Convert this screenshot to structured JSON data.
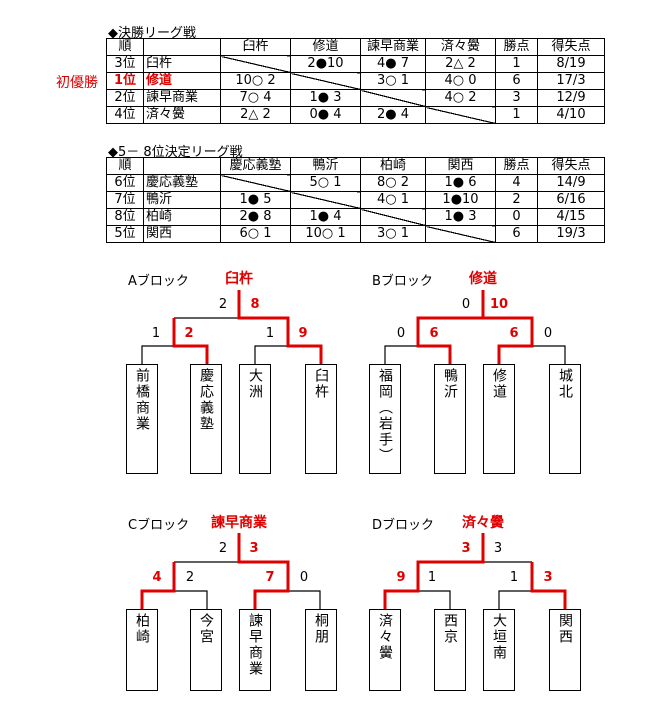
{
  "final_league": {
    "title": "◆決勝リーグ戦",
    "champion_note": "初優勝",
    "headers": [
      "順",
      "",
      "臼杵",
      "修道",
      "諫早商業",
      "済々黌",
      "勝点",
      "得失点"
    ],
    "rows": [
      {
        "rank": "3位",
        "team": "臼杵",
        "results": [
          "",
          "2●10",
          "4● 7",
          "2△ 2"
        ],
        "points": "1",
        "goals": "8/19"
      },
      {
        "rank": "1位",
        "team": "修道",
        "results": [
          "10○ 2",
          "",
          "3○ 1",
          "4○ 0"
        ],
        "points": "6",
        "goals": "17/3"
      },
      {
        "rank": "2位",
        "team": "諫早商業",
        "results": [
          "7○ 4",
          "1● 3",
          "",
          "4○ 2"
        ],
        "points": "3",
        "goals": "12/9"
      },
      {
        "rank": "4位",
        "team": "済々黌",
        "results": [
          "2△ 2",
          "0● 4",
          "2● 4",
          ""
        ],
        "points": "1",
        "goals": "4/10"
      }
    ]
  },
  "placement_league": {
    "title": "◆5－ 8位決定リーグ戦",
    "headers": [
      "順",
      "",
      "慶応義塾",
      "鴨沂",
      "柏崎",
      "関西",
      "勝点",
      "得失点"
    ],
    "rows": [
      {
        "rank": "6位",
        "team": "慶応義塾",
        "results": [
          "",
          "5○ 1",
          "8○ 2",
          "1● 6"
        ],
        "points": "4",
        "goals": "14/9"
      },
      {
        "rank": "7位",
        "team": "鴨沂",
        "results": [
          "1● 5",
          "",
          "4○ 1",
          "1●10"
        ],
        "points": "2",
        "goals": "6/16"
      },
      {
        "rank": "8位",
        "team": "柏崎",
        "results": [
          "2● 8",
          "1● 4",
          "",
          "1● 3"
        ],
        "points": "0",
        "goals": "4/15"
      },
      {
        "rank": "5位",
        "team": "関西",
        "results": [
          "6○ 1",
          "10○ 1",
          "3○ 1",
          ""
        ],
        "points": "6",
        "goals": "19/3"
      }
    ]
  },
  "brackets": [
    {
      "label": "Aブロック",
      "winner": "臼杵",
      "teams": [
        "前橋商業",
        "慶応義塾",
        "大洲",
        "臼杵"
      ],
      "final_scores": [
        "2",
        "8"
      ],
      "semi_scores": [
        [
          "1",
          "2"
        ],
        [
          "1",
          "9"
        ]
      ]
    },
    {
      "label": "Bブロック",
      "winner": "修道",
      "teams": [
        "福岡（岩手）",
        "鴨沂",
        "修道",
        "城北"
      ],
      "final_scores": [
        "0",
        "10"
      ],
      "semi_scores": [
        [
          "0",
          "6"
        ],
        [
          "6",
          "0"
        ]
      ]
    },
    {
      "label": "Cブロック",
      "winner": "諫早商業",
      "teams": [
        "柏崎",
        "今宮",
        "諫早商業",
        "桐朋"
      ],
      "final_scores": [
        "2",
        "3"
      ],
      "semi_scores": [
        [
          "4",
          "2"
        ],
        [
          "7",
          "0"
        ]
      ]
    },
    {
      "label": "Dブロック",
      "winner": "済々黌",
      "teams": [
        "済々黌",
        "西京",
        "大垣南",
        "関西"
      ],
      "final_scores": [
        "3",
        "3"
      ],
      "semi_scores": [
        [
          "9",
          "1"
        ],
        [
          "1",
          "3"
        ]
      ]
    }
  ],
  "colors": {
    "winner": "#e00000",
    "line": "#000000"
  }
}
